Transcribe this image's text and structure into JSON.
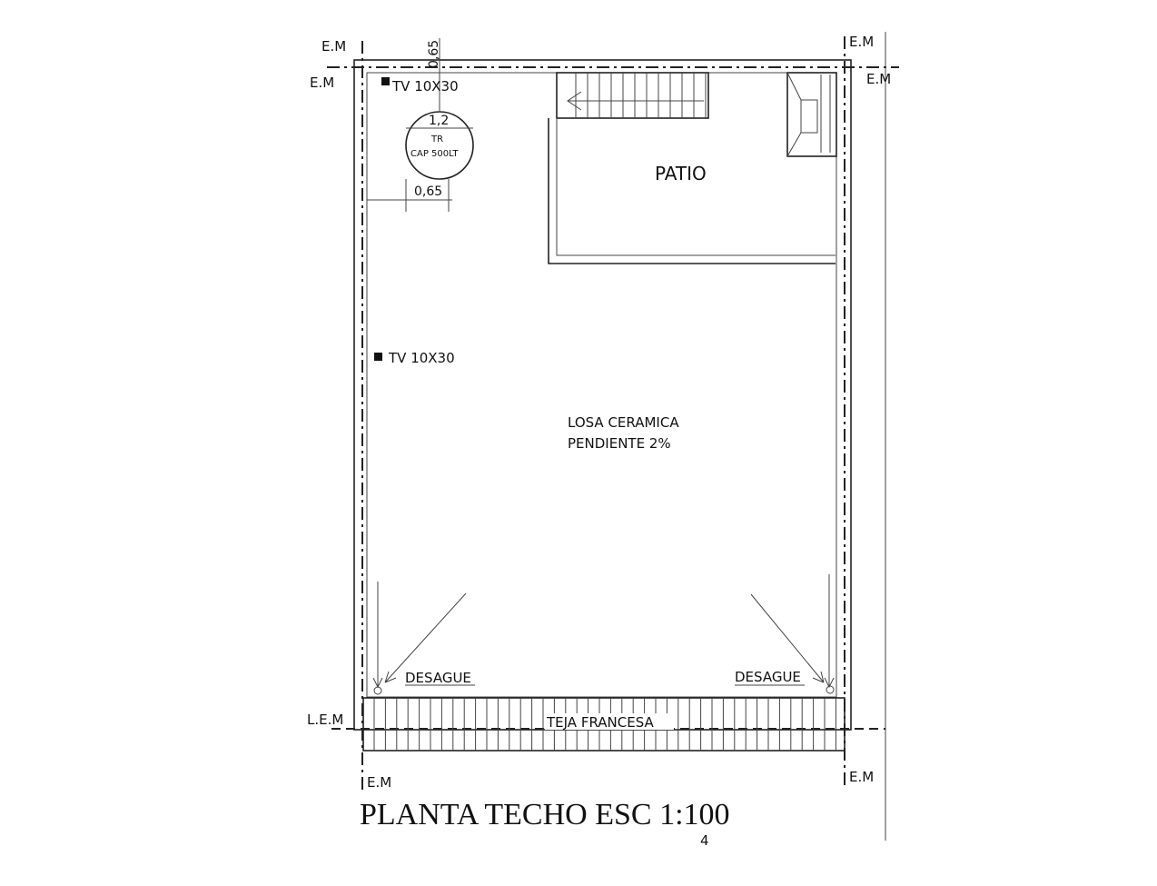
{
  "drawing": {
    "title": "PLANTA TECHO ESC 1:100",
    "page_number": "4",
    "axis_labels": {
      "top_left_upper": "E.M",
      "top_left_lower": "E.M",
      "top_right_upper": "E.M",
      "top_right_lower": "E.M",
      "front_line": "L.E.M",
      "bottom_left": "E.M",
      "bottom_right": "E.M"
    },
    "dimensions": {
      "vertical": "0,65",
      "tank_diameter": "1,2",
      "horizontal": "0,65"
    },
    "water_tank": {
      "label_top": "TR",
      "label_bottom": "CAP 500LT"
    },
    "vents": [
      {
        "label": "TV 10X30"
      },
      {
        "label": "TV 10X30"
      }
    ],
    "patio": {
      "label": "PATIO"
    },
    "roof": {
      "material": "LOSA CERAMICA",
      "slope": "PENDIENTE 2%"
    },
    "drains": [
      {
        "label": "DESAGUE"
      },
      {
        "label": "DESAGUE"
      }
    ],
    "eave": {
      "label": "TEJA FRANCESA"
    }
  }
}
